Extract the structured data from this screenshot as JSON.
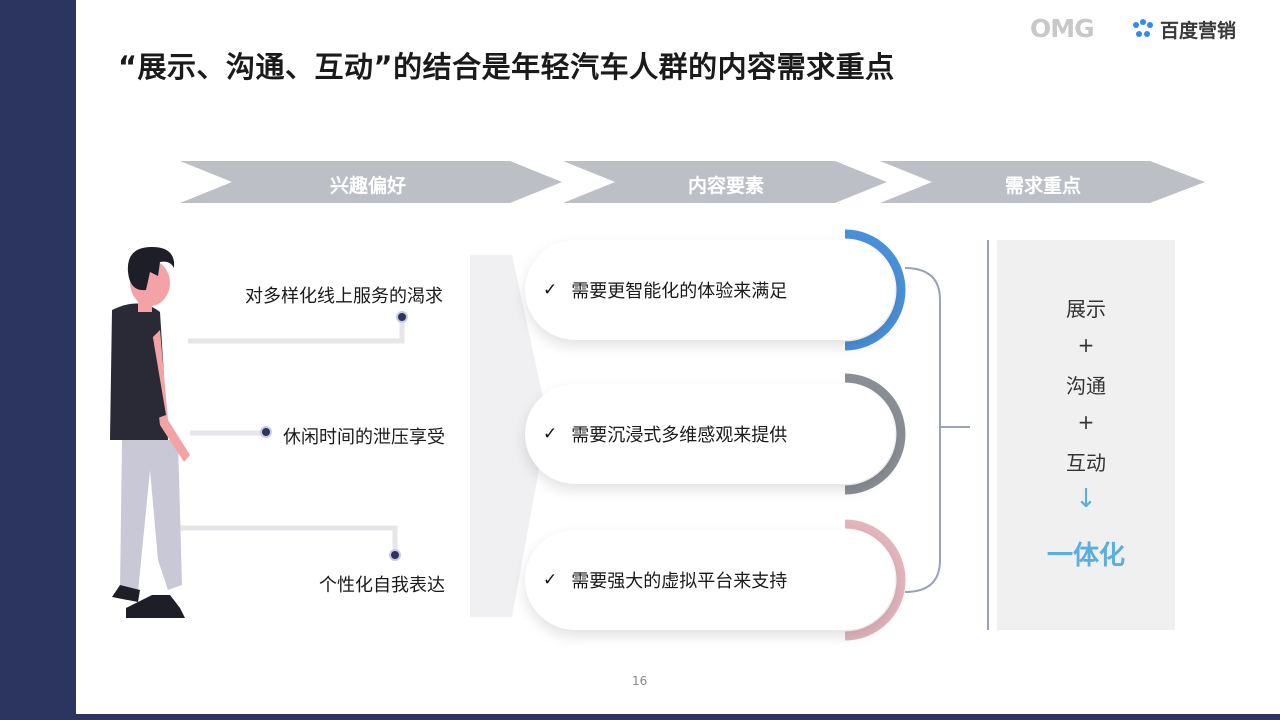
{
  "slide": {
    "title": "“展示、沟通、互动”的结合是年轻汽车人群的内容需求重点",
    "page_number": "16"
  },
  "logos": {
    "omg": "OMG",
    "baidu": "百度营销"
  },
  "header_arrows": [
    "兴趣偏好",
    "内容要素",
    "需求重点"
  ],
  "interests": [
    "对多样化线上服务的渴求",
    "休闲时间的泄压享受",
    "个性化自我表达"
  ],
  "content_elements": [
    {
      "check": "✓",
      "text": "需要更智能化的体验来满足",
      "accent": "#4a90d9"
    },
    {
      "check": "✓",
      "text": "需要沉浸式多维感观来提供",
      "accent": "#8a8f96"
    },
    {
      "check": "✓",
      "text": "需要强大的虚拟平台来支持",
      "accent": "#e2b4bc"
    }
  ],
  "result": {
    "line1": "展示",
    "plus1": "+",
    "line2": "沟通",
    "plus2": "+",
    "line3": "互动",
    "arrow": "↓",
    "final": "一体化"
  },
  "colors": {
    "sidebar": "#2b3560",
    "arrow_gray": "#bcc0c6",
    "accent_blue": "#5aaee0"
  }
}
